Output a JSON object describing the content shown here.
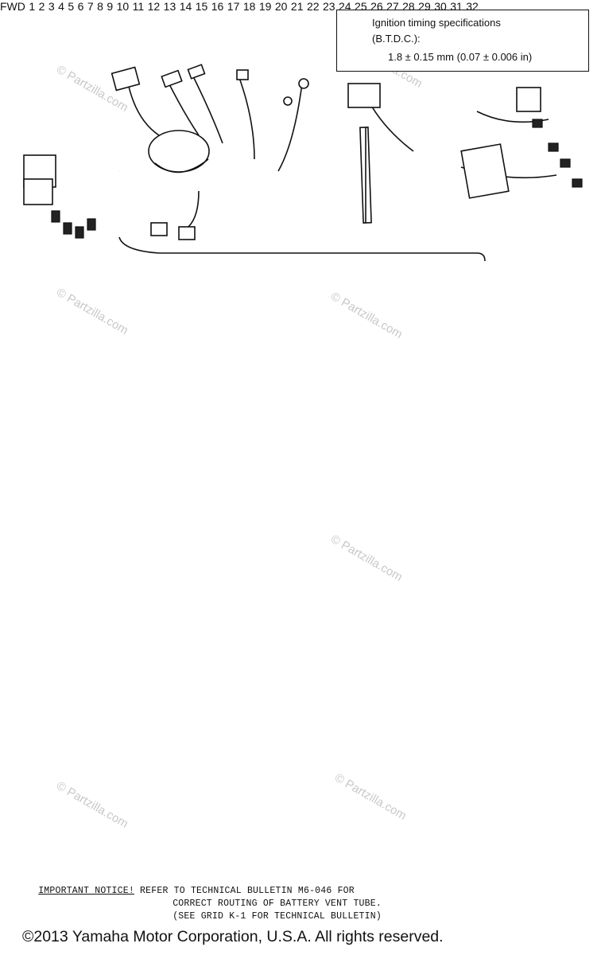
{
  "spec_box": {
    "title": "Ignition timing specifications",
    "subtitle": "(B.T.D.C.):",
    "value": "1.8 ± 0.15 mm (0.07 ± 0.006 in)"
  },
  "callouts": {
    "c1": "1",
    "c2": "2",
    "c3": "3",
    "c4": "4",
    "c5": "5",
    "c6": "6",
    "c7": "7",
    "c8": "8",
    "c9": "9",
    "c10": "10",
    "c11": "11",
    "c12": "12",
    "c13": "13",
    "c14": "14",
    "c15": "15",
    "c16": "16",
    "c17": "17",
    "c18": "18",
    "c19": "19",
    "c20": "20",
    "c21": "21",
    "c22": "22",
    "c23": "23",
    "c24": "24",
    "c25": "25",
    "c26": "26",
    "c27": "27",
    "c28": "28",
    "c29": "29",
    "c30": "30",
    "c31": "31",
    "c32": "32"
  },
  "fwd_label": "FWD",
  "watermark": "© Partzilla.com",
  "notice": {
    "label": "IMPORTANT NOTICE!",
    "line1": " REFER TO TECHNICAL BULLETIN M6-046 FOR",
    "line2": "CORRECT ROUTING OF BATTERY VENT TUBE.",
    "line3": "(SEE GRID K-1 FOR TECHNICAL BULLETIN)"
  },
  "copyright": "©2013 Yamaha Motor Corporation, U.S.A. All rights reserved."
}
